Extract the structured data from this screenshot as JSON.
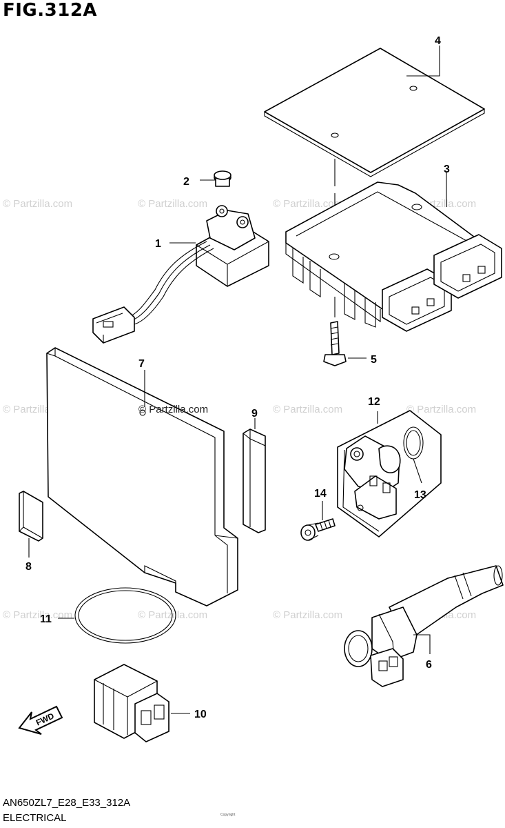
{
  "figure": {
    "title": "FIG.312A",
    "model_code": "AN650ZL7_E28_E33_312A",
    "section": "ELECTRICAL",
    "fwd_label": "FWD",
    "fine_print": "Copyright"
  },
  "watermark": {
    "text": "© Partzilla.com",
    "overlay_text": "© Partzilla.com"
  },
  "callouts": {
    "c1": "1",
    "c2": "2",
    "c3": "3",
    "c4": "4",
    "c5": "5",
    "c6": "6",
    "c7": "7",
    "c8": "8",
    "c9": "9",
    "c10": "10",
    "c11": "11",
    "c12": "12",
    "c13": "13",
    "c14": "14"
  },
  "parts": [
    {
      "no": "1",
      "icon": "starter-relay-icon"
    },
    {
      "no": "2",
      "icon": "bolt-icon"
    },
    {
      "no": "3",
      "icon": "regulator-rectifier-icon"
    },
    {
      "no": "4",
      "icon": "cover-plate-icon"
    },
    {
      "no": "5",
      "icon": "flange-bolt-icon"
    },
    {
      "no": "6",
      "icon": "ignition-coil-icon"
    },
    {
      "no": "7",
      "icon": "ecm-unit-icon"
    },
    {
      "no": "8",
      "icon": "pad-icon"
    },
    {
      "no": "9",
      "icon": "cushion-strip-icon"
    },
    {
      "no": "10",
      "icon": "connector-block-icon"
    },
    {
      "no": "11",
      "icon": "band-icon"
    },
    {
      "no": "12",
      "icon": "sensor-icon"
    },
    {
      "no": "13",
      "icon": "o-ring-icon"
    },
    {
      "no": "14",
      "icon": "cap-screw-icon"
    }
  ]
}
